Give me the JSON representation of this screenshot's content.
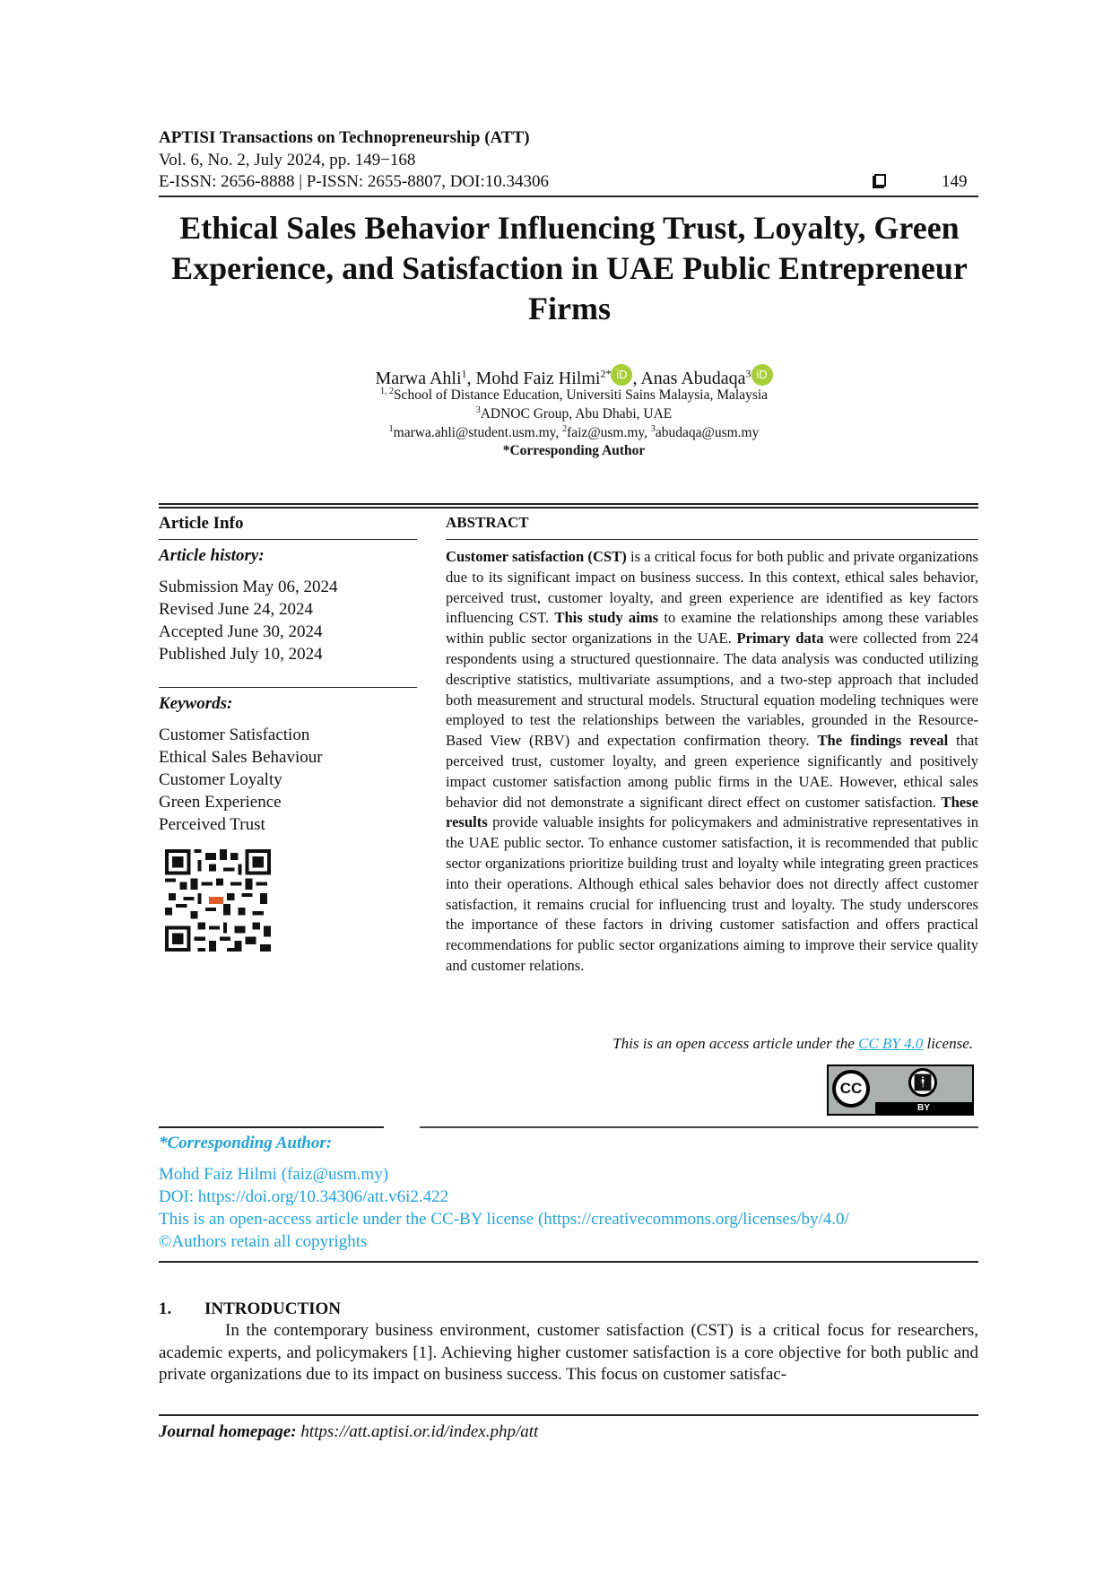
{
  "header": {
    "journal": "APTISI Transactions on Technopreneurship (ATT)",
    "volume": "Vol. 6, No. 2,  July 2024, pp. 149−168",
    "issn": "E-ISSN: 2656-8888 | P-ISSN: 2655-8807, DOI:10.34306",
    "page_number": "149"
  },
  "title": [
    "Ethical Sales Behavior Influencing Trust, Loyalty, Green",
    "Experience, and Satisfaction in UAE Public Entrepreneur",
    "Firms"
  ],
  "authors": {
    "a1": "Marwa Ahli",
    "a1_sup": "1",
    "a2": "Mohd Faiz Hilmi",
    "a2_sup": "2*",
    "a3": "Anas Abudaqa",
    "a3_sup": "3",
    "orcid": "iD",
    "aff1_sup": "1, 2",
    "aff1": "School of Distance Education, Universiti Sains Malaysia, Malaysia",
    "aff2_sup": "3",
    "aff2": "ADNOC Group, Abu Dhabi, UAE",
    "e1_sup": "1",
    "e1": "marwa.ahli@student.usm.my, ",
    "e2_sup": "2",
    "e2": "faiz@usm.my, ",
    "e3_sup": "3",
    "e3": "abudaqa@usm.my",
    "corresponding": "*Corresponding Author"
  },
  "article_info": {
    "heading": "Article Info",
    "history_label": "Article history:",
    "history": [
      "Submission May 06, 2024",
      "Revised June 24, 2024",
      "Accepted June 30, 2024",
      "Published July 10, 2024"
    ],
    "keywords_label": "Keywords:",
    "keywords": [
      "Customer Satisfaction",
      "Ethical Sales Behaviour",
      "Customer Loyalty",
      "Green Experience",
      "Perceived Trust"
    ]
  },
  "abstract": {
    "heading": "ABSTRACT",
    "segments": [
      {
        "b": true,
        "t": "Customer satisfaction (CST)"
      },
      {
        "b": false,
        "t": " is a critical focus for both public and private organizations due to its significant impact on business success.  In this context, ethical sales behavior, perceived trust, customer loyalty, and green experience are identified as key factors influencing CST. "
      },
      {
        "b": true,
        "t": "This study aims"
      },
      {
        "b": false,
        "t": " to examine the relationships among these variables within public sector organizations in the UAE. "
      },
      {
        "b": true,
        "t": "Primary data"
      },
      {
        "b": false,
        "t": " were collected from 224 respondents using a structured questionnaire.  The data analysis was conducted utilizing descriptive statistics, multivariate assumptions, and a two-step approach that included both measurement and structural models. Structural equation modeling techniques were employed to test the relationships between the variables, grounded in the Resource-Based View (RBV) and expectation confirmation theory.  "
      },
      {
        "b": true,
        "t": "The findings reveal"
      },
      {
        "b": false,
        "t": " that perceived trust, customer loyalty, and green experience significantly and positively impact customer satisfaction among public firms in the UAE. However, ethical sales behavior did not demonstrate a significant direct effect on customer satisfaction. "
      },
      {
        "b": true,
        "t": "These results"
      },
      {
        "b": false,
        "t": " provide valuable insights for policymakers and administrative representatives in the UAE public sector.  To enhance customer satisfaction, it is recommended that public sector organizations prioritize building trust and loyalty while integrating green practices into their operations. Although ethical sales behavior does not directly affect customer satisfaction, it remains crucial for influencing trust and loyalty.  The study underscores the importance of these factors in driving customer satisfaction and offers practical recommendations for public sector organizations aiming to improve their service quality and customer relations."
      }
    ],
    "license_pre": "This is an open access article under the ",
    "license_link": "CC BY 4.0",
    "license_post": " license.",
    "cc_badge": "CC",
    "cc_by": "BY"
  },
  "corresponding": {
    "label": "*Corresponding Author:",
    "name": "Mohd Faiz Hilmi (faiz@usm.my)",
    "doi": "DOI: https://doi.org/10.34306/att.v6i2.422",
    "license": "This is an open-access article under the CC-BY license (https://creativecommons.org/licenses/by/4.0/",
    "copyright": "©Authors retain all copyrights"
  },
  "intro": {
    "number": "1.",
    "heading": "INTRODUCTION",
    "text": "In the contemporary business environment, customer satisfaction (CST) is a critical focus for researchers, academic experts, and policymakers [1]. Achieving higher customer satisfaction is a core objective for both public and private organizations due to its impact on business success. This focus on customer satisfac-"
  },
  "footer": {
    "label": "Journal homepage:",
    "url": "https://att.aptisi.or.id/index.php/att"
  },
  "colors": {
    "link": "#1ea4e0",
    "orcid": "#a6ce39"
  }
}
